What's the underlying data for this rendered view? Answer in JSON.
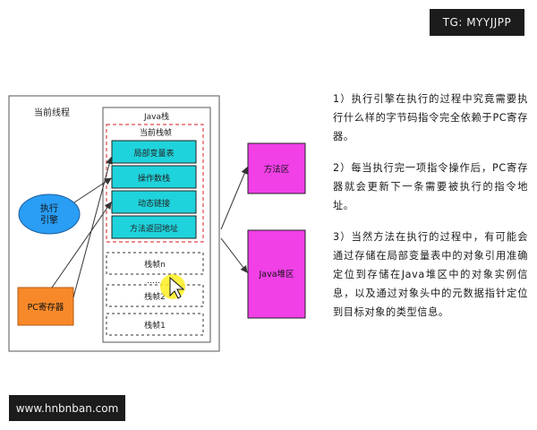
{
  "watermarks": {
    "top_right": "TG: MYYJJPP",
    "bottom_left": "www.hnbnban.com"
  },
  "diagram": {
    "current_thread_label": "当前线程",
    "execution_engine_label": "执行\n引擎",
    "pc_register_label": "PC寄存器",
    "java_stack_label": "Java栈",
    "current_frame_label": "当前栈帧",
    "frame_parts": [
      "局部变量表",
      "操作数栈",
      "动态链接",
      "方法返回地址"
    ],
    "other_frames": [
      "栈帧n",
      "……",
      "栈帧2",
      "栈帧1"
    ],
    "method_area_label": "方法区",
    "java_heap_label": "Java堆区",
    "colors": {
      "engine_fill": "#2a9df4",
      "pc_fill": "#f7892a",
      "frame_part_fill": "#1fd3dc",
      "region_fill": "#f040e6",
      "dash_red": "#e04848",
      "cursor_highlight": "#ffee22"
    }
  },
  "notes": [
    "1）执行引擎在执行的过程中究竟需要执行什么样的字节码指令完全依赖于PC寄存器。",
    "2）每当执行完一项指令操作后，PC寄存器就会更新下一条需要被执行的指令地址。",
    "3）当然方法在执行的过程中，有可能会通过存储在局部变量表中的对象引用准确定位到存储在Java堆区中的对象实例信息，以及通过对象头中的元数据指针定位到目标对象的类型信息。"
  ]
}
